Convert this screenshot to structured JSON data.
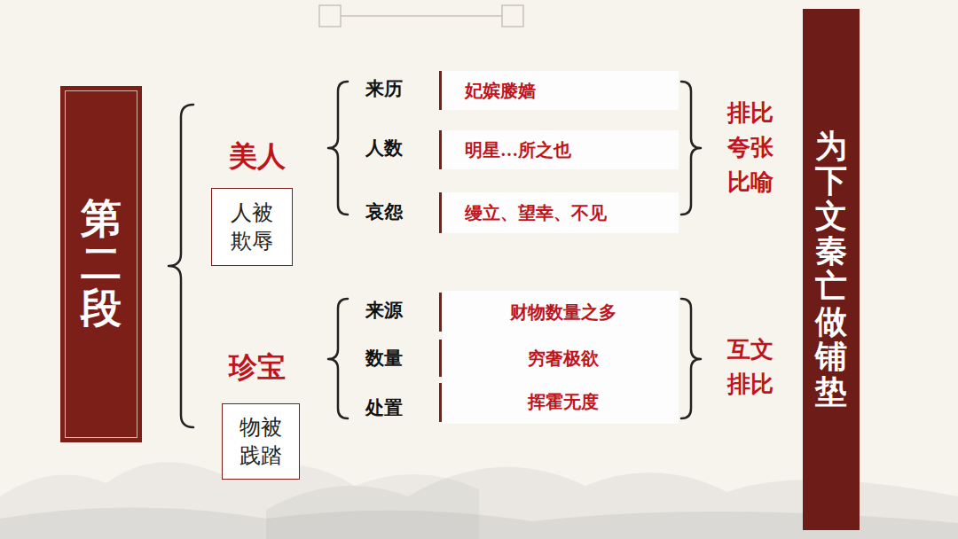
{
  "diagram": {
    "nodes": [
      {
        "text": [
          "第二段"
        ]
      },
      {
        "text": [
          "人被欺辱"
        ]
      },
      {
        "text": [
          "物被践踏"
        ]
      },
      {
        "text": [
          "为下文秦亡做铺垫"
        ]
      }
    ],
    "labels": [
      "美人",
      "珍宝",
      "来历",
      "人数",
      "哀怨",
      "妃嫔媵嫱",
      "明星…所之也",
      "缦立、望幸、不见",
      "排比 夸张 比喻",
      "来源",
      "数量",
      "处置",
      "财物数量之多",
      "穷奢极欲",
      "挥霍无度",
      "互文 排比"
    ]
  }
}
